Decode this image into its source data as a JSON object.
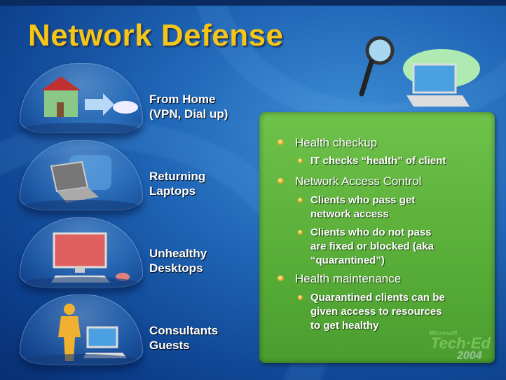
{
  "title": "Network Defense",
  "scenarios": [
    {
      "lines": [
        "From Home",
        "(VPN, Dial up)"
      ],
      "icon": "house-cloud-icon"
    },
    {
      "lines": [
        "Returning",
        "Laptops"
      ],
      "icon": "laptop-icon"
    },
    {
      "lines": [
        "Unhealthy",
        "Desktops"
      ],
      "icon": "desktop-icon"
    },
    {
      "lines": [
        "Consultants",
        "Guests"
      ],
      "icon": "person-computer-icon"
    }
  ],
  "bullets": {
    "h1": "Health checkup",
    "h1_sub": "IT checks “health” of client",
    "h2": "Network Access Control",
    "h2_sub1": [
      "Clients who pass get",
      "network access"
    ],
    "h2_sub2": [
      "Clients who do not pass",
      "are fixed or blocked (aka",
      "“quarantined”)"
    ],
    "h3": "Health maintenance",
    "h3_sub": [
      "Quarantined clients can be",
      "given access to resources",
      "to get healthy"
    ]
  },
  "logo": {
    "brand": "Microsoft",
    "name": "Tech·Ed",
    "year": "2004"
  },
  "colors": {
    "title": "#f5c518",
    "panel": "#5cb03a",
    "background": "#1f66b6"
  }
}
